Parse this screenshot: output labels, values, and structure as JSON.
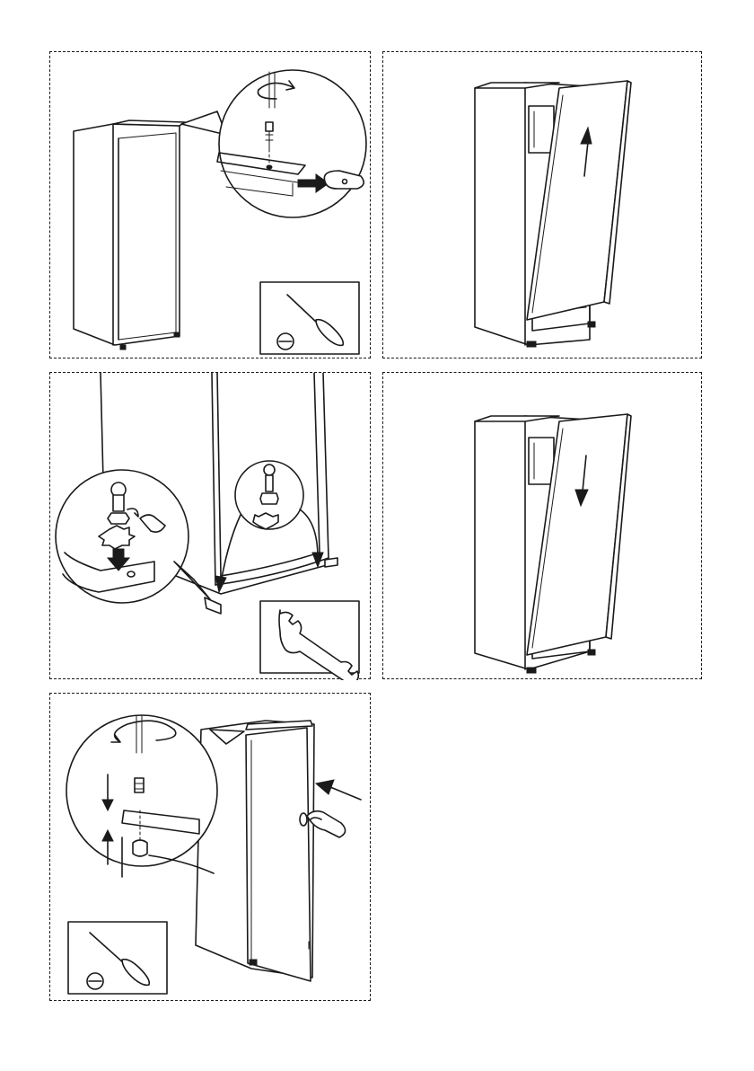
{
  "figure": {
    "steps": [
      {
        "id": 1,
        "tool": "screwdriver-icon",
        "action": "remove-top-hinge-cover"
      },
      {
        "id": 2,
        "tool": "none",
        "action": "lift-door-up",
        "arrow": "up"
      },
      {
        "id": 3,
        "tool": "wrench-icon",
        "action": "move-bottom-hinge-pin"
      },
      {
        "id": 4,
        "tool": "none",
        "action": "lower-door",
        "arrow": "down"
      },
      {
        "id": 5,
        "tool": "screwdriver-icon",
        "action": "fix-top-hinge"
      }
    ]
  },
  "colors": {
    "line": "#1a1a1a",
    "background": "#ffffff"
  }
}
